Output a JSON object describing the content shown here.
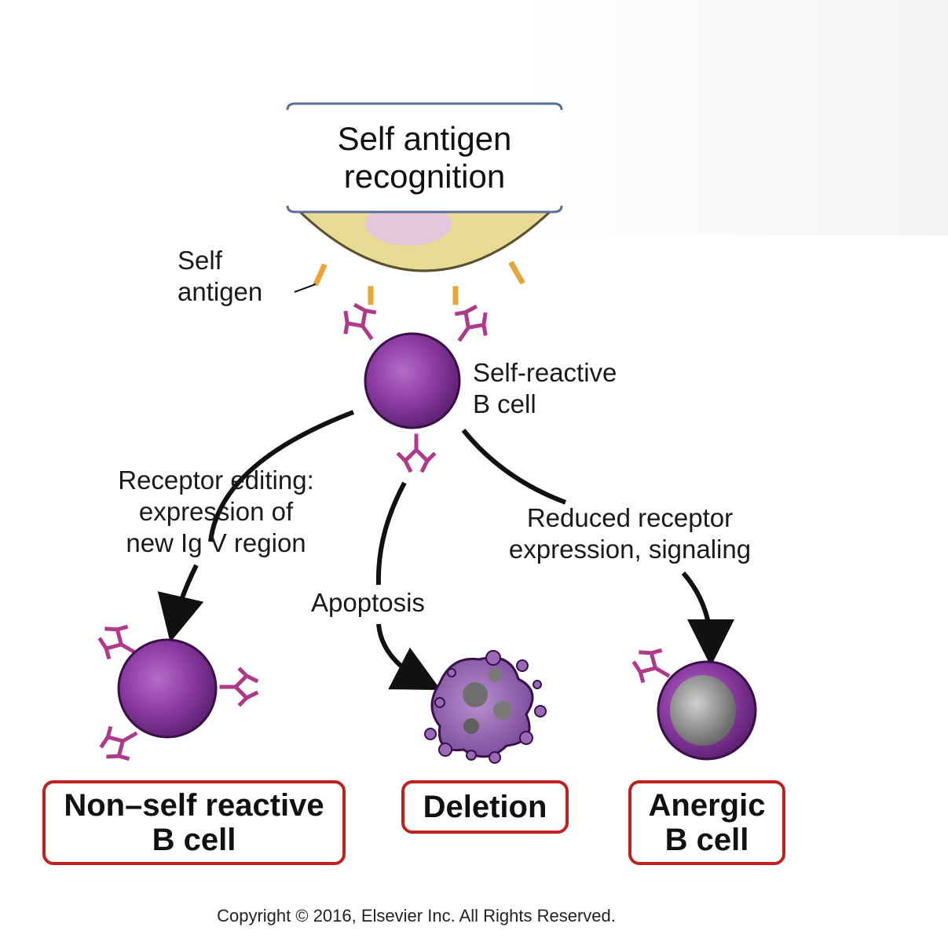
{
  "title": {
    "line1": "Self antigen",
    "line2": "recognition"
  },
  "labels": {
    "self_antigen": [
      "Self",
      "antigen"
    ],
    "self_reactive": [
      "Self-reactive",
      "B cell"
    ],
    "receptor_editing": [
      "Receptor editing:",
      "expression of",
      "new Ig V region"
    ],
    "apoptosis": "Apoptosis",
    "reduced": [
      "Reduced receptor",
      "expression, signaling"
    ]
  },
  "outcomes": {
    "non_self": [
      "Non–self reactive",
      "B cell"
    ],
    "deletion": "Deletion",
    "anergic": [
      "Anergic",
      "B cell"
    ]
  },
  "copyright": "Copyright © 2016, Elsevier Inc. All Rights Reserved.",
  "colors": {
    "outcome_border": "#c0201e",
    "bcell": "#7a2a8e",
    "receptor": "#b03a8a",
    "antigen_cell": "#e6d88a",
    "antigen": "#e8a63a",
    "title_rule": "#b7c8e6"
  }
}
